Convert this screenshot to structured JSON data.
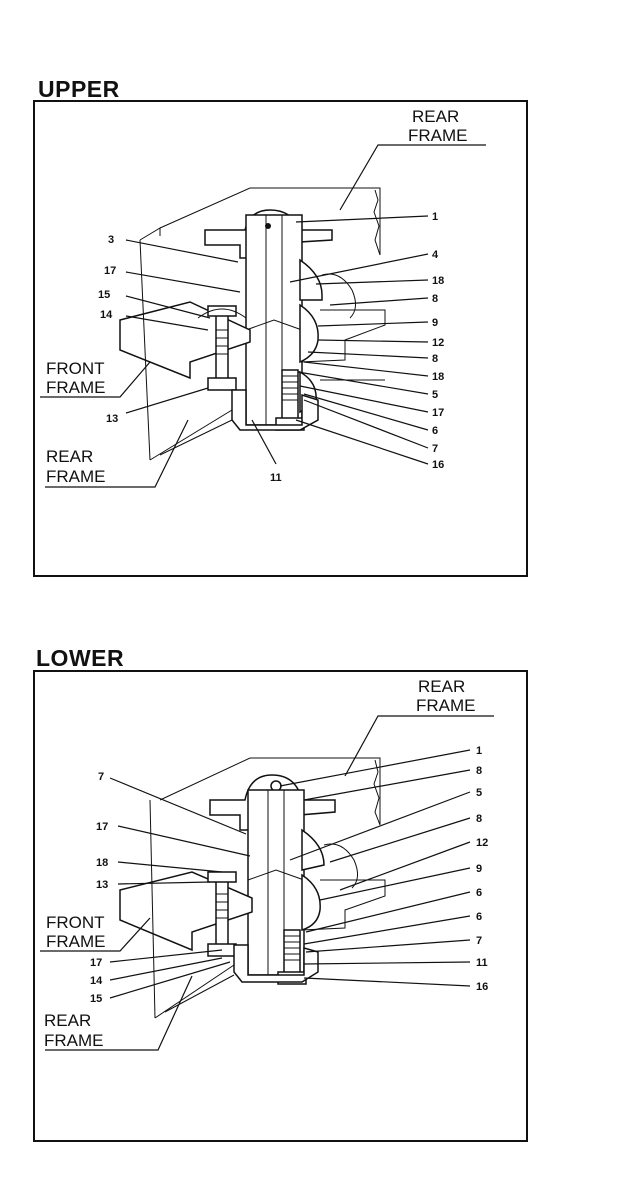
{
  "upper": {
    "title": "UPPER",
    "rear_frame_top": [
      "REAR",
      "FRAME"
    ],
    "front_frame": [
      "FRONT",
      "FRAME"
    ],
    "rear_frame_bottom": [
      "REAR",
      "FRAME"
    ],
    "left_labels": [
      "3",
      "17",
      "15",
      "14",
      "13"
    ],
    "bottom_label": "11",
    "right_labels": [
      "1",
      "4",
      "18",
      "8",
      "9",
      "12",
      "8",
      "18",
      "5",
      "17",
      "6",
      "7",
      "16"
    ]
  },
  "lower": {
    "title": "LOWER",
    "rear_frame_top": [
      "REAR",
      "FRAME"
    ],
    "front_frame": [
      "FRONT",
      "FRAME"
    ],
    "rear_frame_bottom": [
      "REAR",
      "FRAME"
    ],
    "left_labels": [
      "7",
      "17",
      "18",
      "13",
      "17",
      "14",
      "15"
    ],
    "right_labels": [
      "1",
      "8",
      "5",
      "8",
      "12",
      "9",
      "6",
      "6",
      "7",
      "11",
      "16"
    ]
  }
}
